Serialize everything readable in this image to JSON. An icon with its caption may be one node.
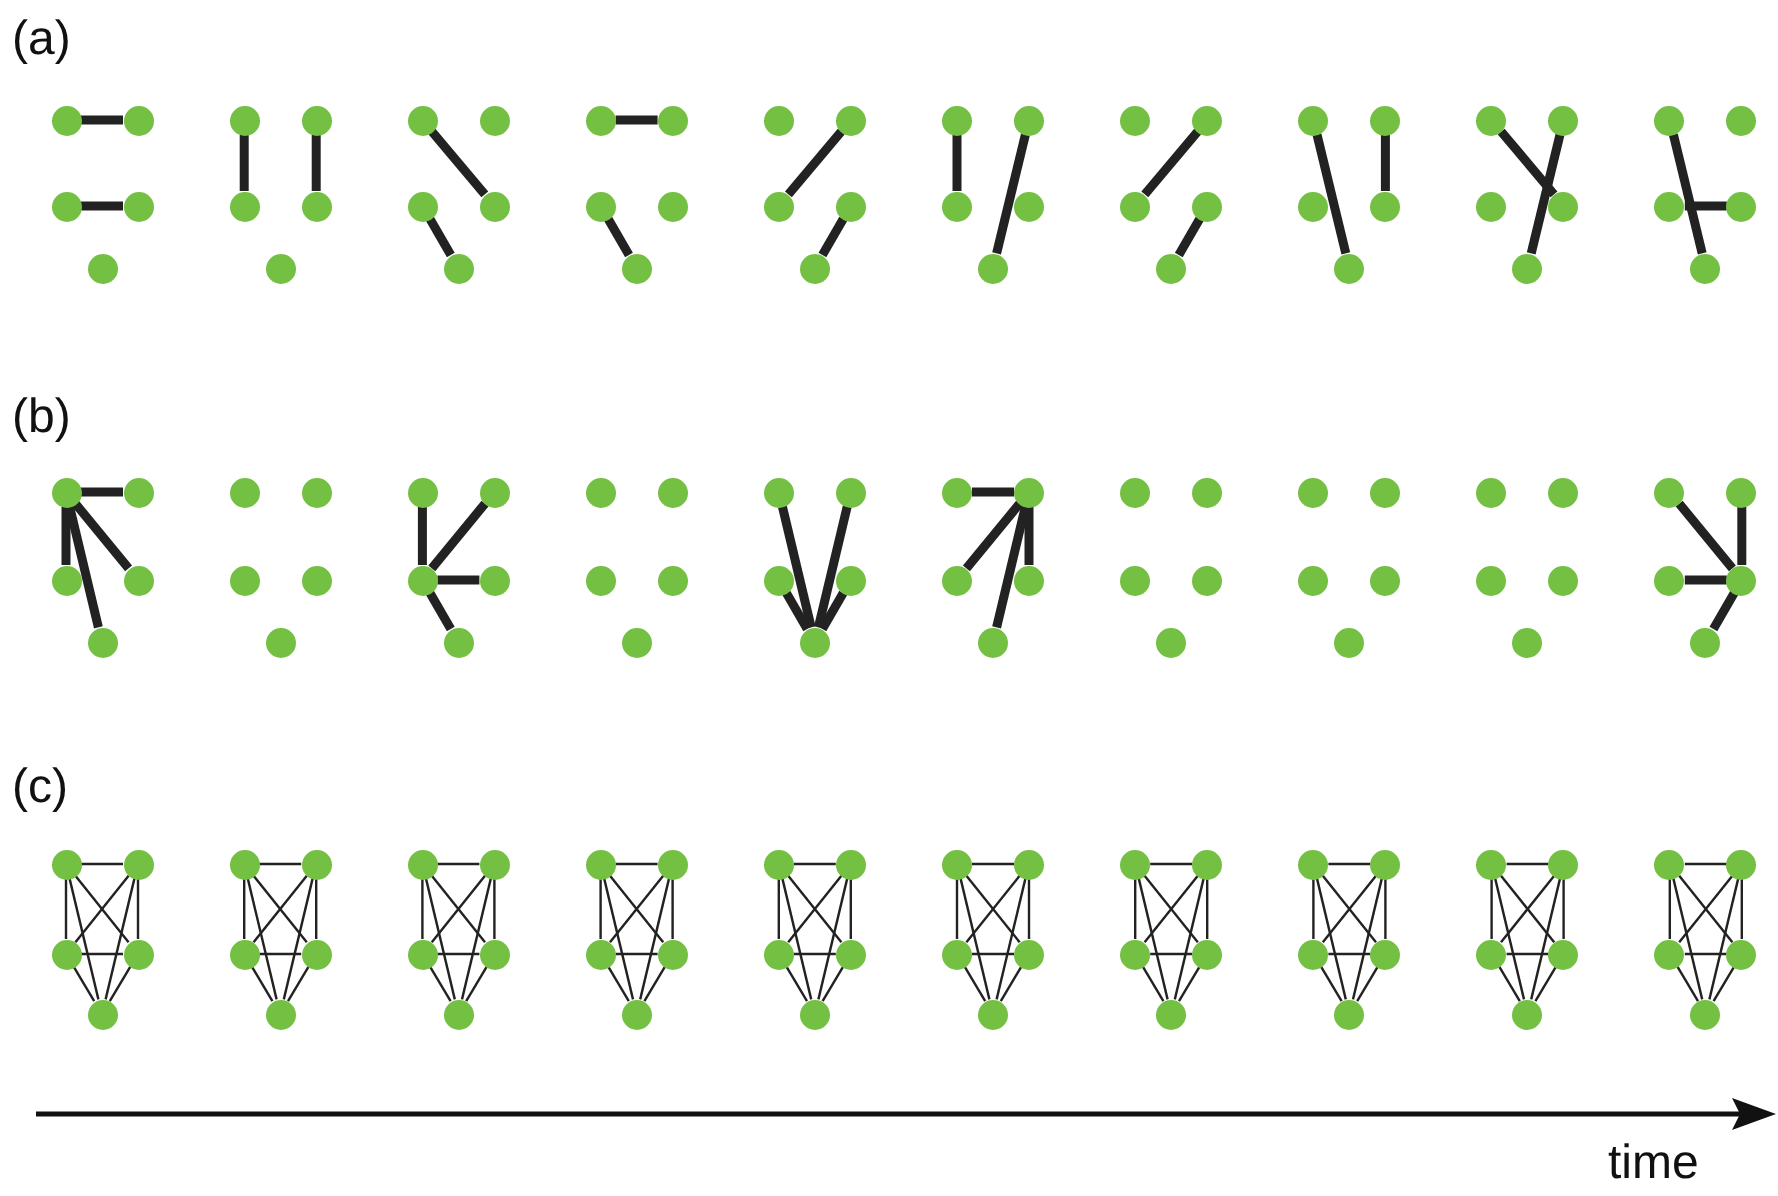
{
  "diagram": {
    "nodes": [
      {
        "text": [],
        "shape": "circle"
      },
      {
        "text": [],
        "shape": "circle"
      },
      {
        "text": [],
        "shape": "circle"
      },
      {
        "text": [],
        "shape": "circle"
      },
      {
        "text": [],
        "shape": "circle"
      },
      {
        "text": [],
        "shape": "circle"
      },
      {
        "text": [],
        "shape": "circle"
      },
      {
        "text": [],
        "shape": "circle"
      },
      {
        "text": [],
        "shape": "circle"
      },
      {
        "text": [],
        "shape": "circle"
      },
      {
        "text": [],
        "shape": "circle"
      },
      {
        "text": [],
        "shape": "circle"
      },
      {
        "text": [],
        "shape": "circle"
      },
      {
        "text": [],
        "shape": "circle"
      },
      {
        "text": [],
        "shape": "circle"
      },
      {
        "text": [],
        "shape": "circle"
      },
      {
        "text": [],
        "shape": "circle"
      },
      {
        "text": [],
        "shape": "circle"
      },
      {
        "text": [],
        "shape": "circle"
      },
      {
        "text": [],
        "shape": "circle"
      },
      {
        "text": [],
        "shape": "circle"
      },
      {
        "text": [],
        "shape": "circle"
      },
      {
        "text": [],
        "shape": "circle"
      },
      {
        "text": [],
        "shape": "circle"
      },
      {
        "text": [],
        "shape": "circle"
      },
      {
        "text": [],
        "shape": "circle"
      },
      {
        "text": [],
        "shape": "circle"
      },
      {
        "text": [],
        "shape": "circle"
      },
      {
        "text": [],
        "shape": "circle"
      },
      {
        "text": [],
        "shape": "circle"
      },
      {
        "text": [],
        "shape": "circle"
      },
      {
        "text": [],
        "shape": "circle"
      },
      {
        "text": [],
        "shape": "circle"
      },
      {
        "text": [],
        "shape": "circle"
      },
      {
        "text": [],
        "shape": "circle"
      },
      {
        "text": [],
        "shape": "circle"
      },
      {
        "text": [],
        "shape": "circle"
      },
      {
        "text": [],
        "shape": "circle"
      },
      {
        "text": [],
        "shape": "circle"
      },
      {
        "text": [],
        "shape": "circle"
      },
      {
        "text": [],
        "shape": "circle"
      },
      {
        "text": [],
        "shape": "circle"
      },
      {
        "text": [],
        "shape": "circle"
      },
      {
        "text": [],
        "shape": "circle"
      },
      {
        "text": [],
        "shape": "circle"
      },
      {
        "text": [],
        "shape": "circle"
      },
      {
        "text": [],
        "shape": "circle"
      },
      {
        "text": [],
        "shape": "circle"
      },
      {
        "text": [],
        "shape": "circle"
      },
      {
        "text": [],
        "shape": "circle"
      },
      {
        "text": [],
        "shape": "circle"
      },
      {
        "text": [],
        "shape": "circle"
      },
      {
        "text": [],
        "shape": "circle"
      },
      {
        "text": [],
        "shape": "circle"
      },
      {
        "text": [],
        "shape": "circle"
      },
      {
        "text": [],
        "shape": "circle"
      },
      {
        "text": [],
        "shape": "circle"
      },
      {
        "text": [],
        "shape": "circle"
      },
      {
        "text": [],
        "shape": "circle"
      },
      {
        "text": [],
        "shape": "circle"
      },
      {
        "text": [],
        "shape": "circle"
      },
      {
        "text": [],
        "shape": "circle"
      },
      {
        "text": [],
        "shape": "circle"
      },
      {
        "text": [],
        "shape": "circle"
      },
      {
        "text": [],
        "shape": "circle"
      },
      {
        "text": [],
        "shape": "circle"
      },
      {
        "text": [],
        "shape": "circle"
      },
      {
        "text": [],
        "shape": "circle"
      },
      {
        "text": [],
        "shape": "circle"
      },
      {
        "text": [],
        "shape": "circle"
      },
      {
        "text": [],
        "shape": "circle"
      },
      {
        "text": [],
        "shape": "circle"
      },
      {
        "text": [],
        "shape": "circle"
      },
      {
        "text": [],
        "shape": "circle"
      },
      {
        "text": [],
        "shape": "circle"
      },
      {
        "text": [],
        "shape": "circle"
      },
      {
        "text": [],
        "shape": "circle"
      },
      {
        "text": [],
        "shape": "circle"
      },
      {
        "text": [],
        "shape": "circle"
      },
      {
        "text": [],
        "shape": "circle"
      },
      {
        "text": [],
        "shape": "circle"
      },
      {
        "text": [],
        "shape": "circle"
      },
      {
        "text": [],
        "shape": "circle"
      },
      {
        "text": [],
        "shape": "circle"
      },
      {
        "text": [],
        "shape": "circle"
      },
      {
        "text": [],
        "shape": "circle"
      },
      {
        "text": [],
        "shape": "circle"
      },
      {
        "text": [],
        "shape": "circle"
      },
      {
        "text": [],
        "shape": "circle"
      },
      {
        "text": [],
        "shape": "circle"
      },
      {
        "text": [],
        "shape": "circle"
      },
      {
        "text": [],
        "shape": "circle"
      },
      {
        "text": [],
        "shape": "circle"
      },
      {
        "text": [],
        "shape": "circle"
      },
      {
        "text": [],
        "shape": "circle"
      },
      {
        "text": [],
        "shape": "circle"
      },
      {
        "text": [],
        "shape": "circle"
      },
      {
        "text": [],
        "shape": "circle"
      },
      {
        "text": [],
        "shape": "circle"
      },
      {
        "text": [],
        "shape": "circle"
      },
      {
        "text": [],
        "shape": "circle"
      },
      {
        "text": [],
        "shape": "circle"
      },
      {
        "text": [],
        "shape": "circle"
      },
      {
        "text": [],
        "shape": "circle"
      },
      {
        "text": [],
        "shape": "circle"
      },
      {
        "text": [],
        "shape": "circle"
      },
      {
        "text": [],
        "shape": "circle"
      },
      {
        "text": [],
        "shape": "circle"
      },
      {
        "text": [],
        "shape": "circle"
      },
      {
        "text": [],
        "shape": "circle"
      },
      {
        "text": [],
        "shape": "circle"
      },
      {
        "text": [],
        "shape": "circle"
      },
      {
        "text": [],
        "shape": "circle"
      },
      {
        "text": [],
        "shape": "circle"
      },
      {
        "text": [],
        "shape": "circle"
      },
      {
        "text": [],
        "shape": "circle"
      },
      {
        "text": [],
        "shape": "circle"
      },
      {
        "text": [],
        "shape": "circle"
      },
      {
        "text": [],
        "shape": "circle"
      },
      {
        "text": [],
        "shape": "circle"
      },
      {
        "text": [],
        "shape": "circle"
      },
      {
        "text": [],
        "shape": "circle"
      },
      {
        "text": [],
        "shape": "circle"
      },
      {
        "text": [],
        "shape": "circle"
      },
      {
        "text": [],
        "shape": "circle"
      },
      {
        "text": [],
        "shape": "circle"
      },
      {
        "text": [],
        "shape": "circle"
      },
      {
        "text": [],
        "shape": "circle"
      },
      {
        "text": [],
        "shape": "circle"
      },
      {
        "text": [],
        "shape": "circle"
      },
      {
        "text": [],
        "shape": "circle"
      },
      {
        "text": [],
        "shape": "circle"
      },
      {
        "text": [],
        "shape": "circle"
      },
      {
        "text": [],
        "shape": "circle"
      },
      {
        "text": [],
        "shape": "circle"
      },
      {
        "text": [],
        "shape": "circle"
      },
      {
        "text": [],
        "shape": "circle"
      },
      {
        "text": [],
        "shape": "circle"
      },
      {
        "text": [],
        "shape": "circle"
      },
      {
        "text": [],
        "shape": "circle"
      },
      {
        "text": [],
        "shape": "circle"
      },
      {
        "text": [],
        "shape": "circle"
      },
      {
        "text": [],
        "shape": "circle"
      },
      {
        "text": [],
        "shape": "circle"
      },
      {
        "text": [],
        "shape": "circle"
      },
      {
        "text": [],
        "shape": "circle"
      },
      {
        "text": [],
        "shape": "circle"
      },
      {
        "text": [],
        "shape": "circle"
      },
      {
        "text": [],
        "shape": "circle"
      },
      {
        "text": [],
        "shape": "circle"
      }
    ],
    "edges": [
      {
        "from": 0,
        "to": 1,
        "arrow": "none",
        "style": "thick"
      },
      {
        "from": 2,
        "to": 3,
        "arrow": "none",
        "style": "thick"
      },
      {
        "from": 5,
        "to": 7,
        "arrow": "none",
        "style": "thick"
      },
      {
        "from": 6,
        "to": 8,
        "arrow": "none",
        "style": "thick"
      },
      {
        "from": 10,
        "to": 13,
        "arrow": "none",
        "style": "thick"
      },
      {
        "from": 12,
        "to": 14,
        "arrow": "none",
        "style": "thick"
      },
      {
        "from": 15,
        "to": 16,
        "arrow": "none",
        "style": "thick"
      },
      {
        "from": 17,
        "to": 19,
        "arrow": "none",
        "style": "thick"
      },
      {
        "from": 21,
        "to": 22,
        "arrow": "none",
        "style": "thick"
      },
      {
        "from": 23,
        "to": 24,
        "arrow": "none",
        "style": "thick"
      },
      {
        "from": 25,
        "to": 27,
        "arrow": "none",
        "style": "thick"
      },
      {
        "from": 26,
        "to": 29,
        "arrow": "none",
        "style": "thick"
      },
      {
        "from": 31,
        "to": 32,
        "arrow": "none",
        "style": "thick"
      },
      {
        "from": 33,
        "to": 34,
        "arrow": "none",
        "style": "thick"
      },
      {
        "from": 35,
        "to": 39,
        "arrow": "none",
        "style": "thick"
      },
      {
        "from": 36,
        "to": 38,
        "arrow": "none",
        "style": "thick"
      },
      {
        "from": 40,
        "to": 43,
        "arrow": "none",
        "style": "thick"
      },
      {
        "from": 41,
        "to": 44,
        "arrow": "none",
        "style": "thick"
      },
      {
        "from": 45,
        "to": 49,
        "arrow": "none",
        "style": "thick"
      },
      {
        "from": 47,
        "to": 48,
        "arrow": "none",
        "style": "thick"
      },
      {
        "from": 50,
        "to": 51,
        "arrow": "none",
        "style": "thick"
      },
      {
        "from": 50,
        "to": 52,
        "arrow": "none",
        "style": "thick"
      },
      {
        "from": 50,
        "to": 53,
        "arrow": "none",
        "style": "thick"
      },
      {
        "from": 50,
        "to": 54,
        "arrow": "none",
        "style": "thick"
      },
      {
        "from": 60,
        "to": 62,
        "arrow": "none",
        "style": "thick"
      },
      {
        "from": 61,
        "to": 62,
        "arrow": "none",
        "style": "thick"
      },
      {
        "from": 62,
        "to": 63,
        "arrow": "none",
        "style": "thick"
      },
      {
        "from": 62,
        "to": 64,
        "arrow": "none",
        "style": "thick"
      },
      {
        "from": 70,
        "to": 74,
        "arrow": "none",
        "style": "thick"
      },
      {
        "from": 71,
        "to": 74,
        "arrow": "none",
        "style": "thick"
      },
      {
        "from": 72,
        "to": 74,
        "arrow": "none",
        "style": "thick"
      },
      {
        "from": 73,
        "to": 74,
        "arrow": "none",
        "style": "thick"
      },
      {
        "from": 75,
        "to": 76,
        "arrow": "none",
        "style": "thick"
      },
      {
        "from": 76,
        "to": 77,
        "arrow": "none",
        "style": "thick"
      },
      {
        "from": 76,
        "to": 78,
        "arrow": "none",
        "style": "thick"
      },
      {
        "from": 76,
        "to": 79,
        "arrow": "none",
        "style": "thick"
      },
      {
        "from": 95,
        "to": 98,
        "arrow": "none",
        "style": "thick"
      },
      {
        "from": 96,
        "to": 98,
        "arrow": "none",
        "style": "thick"
      },
      {
        "from": 97,
        "to": 98,
        "arrow": "none",
        "style": "thick"
      },
      {
        "from": 98,
        "to": 99,
        "arrow": "none",
        "style": "thick"
      },
      {
        "from": 100,
        "to": 101,
        "arrow": "none"
      },
      {
        "from": 100,
        "to": 102,
        "arrow": "none"
      },
      {
        "from": 100,
        "to": 103,
        "arrow": "none"
      },
      {
        "from": 100,
        "to": 104,
        "arrow": "none"
      },
      {
        "from": 101,
        "to": 102,
        "arrow": "none"
      },
      {
        "from": 101,
        "to": 103,
        "arrow": "none"
      },
      {
        "from": 101,
        "to": 104,
        "arrow": "none"
      },
      {
        "from": 102,
        "to": 103,
        "arrow": "none"
      },
      {
        "from": 102,
        "to": 104,
        "arrow": "none"
      },
      {
        "from": 103,
        "to": 104,
        "arrow": "none"
      },
      {
        "from": 105,
        "to": 106,
        "arrow": "none"
      },
      {
        "from": 105,
        "to": 107,
        "arrow": "none"
      },
      {
        "from": 105,
        "to": 108,
        "arrow": "none"
      },
      {
        "from": 105,
        "to": 109,
        "arrow": "none"
      },
      {
        "from": 106,
        "to": 107,
        "arrow": "none"
      },
      {
        "from": 106,
        "to": 108,
        "arrow": "none"
      },
      {
        "from": 106,
        "to": 109,
        "arrow": "none"
      },
      {
        "from": 107,
        "to": 108,
        "arrow": "none"
      },
      {
        "from": 107,
        "to": 109,
        "arrow": "none"
      },
      {
        "from": 108,
        "to": 109,
        "arrow": "none"
      },
      {
        "from": 110,
        "to": 111,
        "arrow": "none"
      },
      {
        "from": 110,
        "to": 112,
        "arrow": "none"
      },
      {
        "from": 110,
        "to": 113,
        "arrow": "none"
      },
      {
        "from": 110,
        "to": 114,
        "arrow": "none"
      },
      {
        "from": 111,
        "to": 112,
        "arrow": "none"
      },
      {
        "from": 111,
        "to": 113,
        "arrow": "none"
      },
      {
        "from": 111,
        "to": 114,
        "arrow": "none"
      },
      {
        "from": 112,
        "to": 113,
        "arrow": "none"
      },
      {
        "from": 112,
        "to": 114,
        "arrow": "none"
      },
      {
        "from": 113,
        "to": 114,
        "arrow": "none"
      },
      {
        "from": 115,
        "to": 116,
        "arrow": "none"
      },
      {
        "from": 115,
        "to": 117,
        "arrow": "none"
      },
      {
        "from": 115,
        "to": 118,
        "arrow": "none"
      },
      {
        "from": 115,
        "to": 119,
        "arrow": "none"
      },
      {
        "from": 116,
        "to": 117,
        "arrow": "none"
      },
      {
        "from": 116,
        "to": 118,
        "arrow": "none"
      },
      {
        "from": 116,
        "to": 119,
        "arrow": "none"
      },
      {
        "from": 117,
        "to": 118,
        "arrow": "none"
      },
      {
        "from": 117,
        "to": 119,
        "arrow": "none"
      },
      {
        "from": 118,
        "to": 119,
        "arrow": "none"
      },
      {
        "from": 120,
        "to": 121,
        "arrow": "none"
      },
      {
        "from": 120,
        "to": 122,
        "arrow": "none"
      },
      {
        "from": 120,
        "to": 123,
        "arrow": "none"
      },
      {
        "from": 120,
        "to": 124,
        "arrow": "none"
      },
      {
        "from": 121,
        "to": 122,
        "arrow": "none"
      },
      {
        "from": 121,
        "to": 123,
        "arrow": "none"
      },
      {
        "from": 121,
        "to": 124,
        "arrow": "none"
      },
      {
        "from": 122,
        "to": 123,
        "arrow": "none"
      },
      {
        "from": 122,
        "to": 124,
        "arrow": "none"
      },
      {
        "from": 123,
        "to": 124,
        "arrow": "none"
      },
      {
        "from": 125,
        "to": 126,
        "arrow": "none"
      },
      {
        "from": 125,
        "to": 127,
        "arrow": "none"
      },
      {
        "from": 125,
        "to": 128,
        "arrow": "none"
      },
      {
        "from": 125,
        "to": 129,
        "arrow": "none"
      },
      {
        "from": 126,
        "to": 127,
        "arrow": "none"
      },
      {
        "from": 126,
        "to": 128,
        "arrow": "none"
      },
      {
        "from": 126,
        "to": 129,
        "arrow": "none"
      },
      {
        "from": 127,
        "to": 128,
        "arrow": "none"
      },
      {
        "from": 127,
        "to": 129,
        "arrow": "none"
      },
      {
        "from": 128,
        "to": 129,
        "arrow": "none"
      },
      {
        "from": 130,
        "to": 131,
        "arrow": "none"
      },
      {
        "from": 130,
        "to": 132,
        "arrow": "none"
      },
      {
        "from": 130,
        "to": 133,
        "arrow": "none"
      },
      {
        "from": 130,
        "to": 134,
        "arrow": "none"
      },
      {
        "from": 131,
        "to": 132,
        "arrow": "none"
      },
      {
        "from": 131,
        "to": 133,
        "arrow": "none"
      },
      {
        "from": 131,
        "to": 134,
        "arrow": "none"
      },
      {
        "from": 132,
        "to": 133,
        "arrow": "none"
      },
      {
        "from": 132,
        "to": 134,
        "arrow": "none"
      },
      {
        "from": 133,
        "to": 134,
        "arrow": "none"
      },
      {
        "from": 135,
        "to": 136,
        "arrow": "none"
      },
      {
        "from": 135,
        "to": 137,
        "arrow": "none"
      },
      {
        "from": 135,
        "to": 138,
        "arrow": "none"
      },
      {
        "from": 135,
        "to": 139,
        "arrow": "none"
      },
      {
        "from": 136,
        "to": 137,
        "arrow": "none"
      },
      {
        "from": 136,
        "to": 138,
        "arrow": "none"
      },
      {
        "from": 136,
        "to": 139,
        "arrow": "none"
      },
      {
        "from": 137,
        "to": 138,
        "arrow": "none"
      },
      {
        "from": 137,
        "to": 139,
        "arrow": "none"
      },
      {
        "from": 138,
        "to": 139,
        "arrow": "none"
      },
      {
        "from": 140,
        "to": 141,
        "arrow": "none"
      },
      {
        "from": 140,
        "to": 142,
        "arrow": "none"
      },
      {
        "from": 140,
        "to": 143,
        "arrow": "none"
      },
      {
        "from": 140,
        "to": 144,
        "arrow": "none"
      },
      {
        "from": 141,
        "to": 142,
        "arrow": "none"
      },
      {
        "from": 141,
        "to": 143,
        "arrow": "none"
      },
      {
        "from": 141,
        "to": 144,
        "arrow": "none"
      },
      {
        "from": 142,
        "to": 143,
        "arrow": "none"
      },
      {
        "from": 142,
        "to": 144,
        "arrow": "none"
      },
      {
        "from": 143,
        "to": 144,
        "arrow": "none"
      },
      {
        "from": 145,
        "to": 146,
        "arrow": "none"
      },
      {
        "from": 145,
        "to": 147,
        "arrow": "none"
      },
      {
        "from": 145,
        "to": 148,
        "arrow": "none"
      },
      {
        "from": 145,
        "to": 149,
        "arrow": "none"
      },
      {
        "from": 146,
        "to": 147,
        "arrow": "none"
      },
      {
        "from": 146,
        "to": 148,
        "arrow": "none"
      },
      {
        "from": 146,
        "to": 149,
        "arrow": "none"
      },
      {
        "from": 147,
        "to": 148,
        "arrow": "none"
      },
      {
        "from": 147,
        "to": 149,
        "arrow": "none"
      },
      {
        "from": 148,
        "to": 149,
        "arrow": "none"
      }
    ],
    "labels": [
      "(a)",
      "(b)",
      "(c)",
      "time"
    ]
  }
}
